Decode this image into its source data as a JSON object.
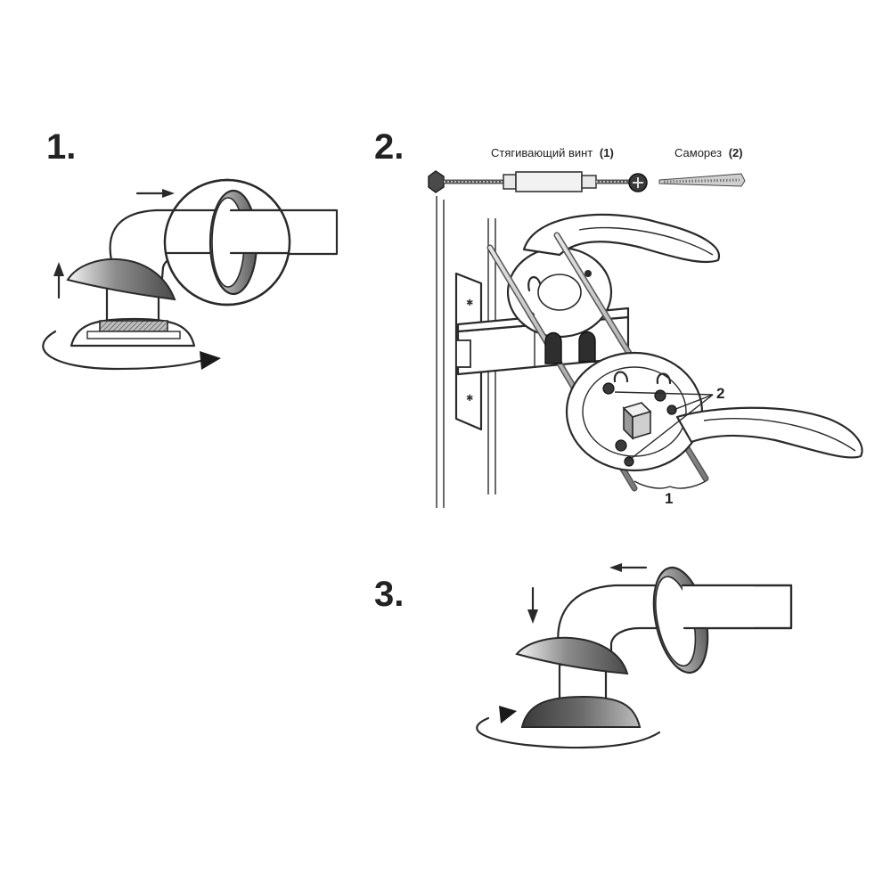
{
  "steps": [
    {
      "number": "1."
    },
    {
      "number": "2."
    },
    {
      "number": "3."
    }
  ],
  "step2": {
    "tie_screw_label": "Стягивающий винт",
    "tie_screw_number": "(1)",
    "self_tap_label": "Саморез",
    "self_tap_number": "(2)",
    "callout_screws": "2",
    "callout_bolts": "1"
  }
}
